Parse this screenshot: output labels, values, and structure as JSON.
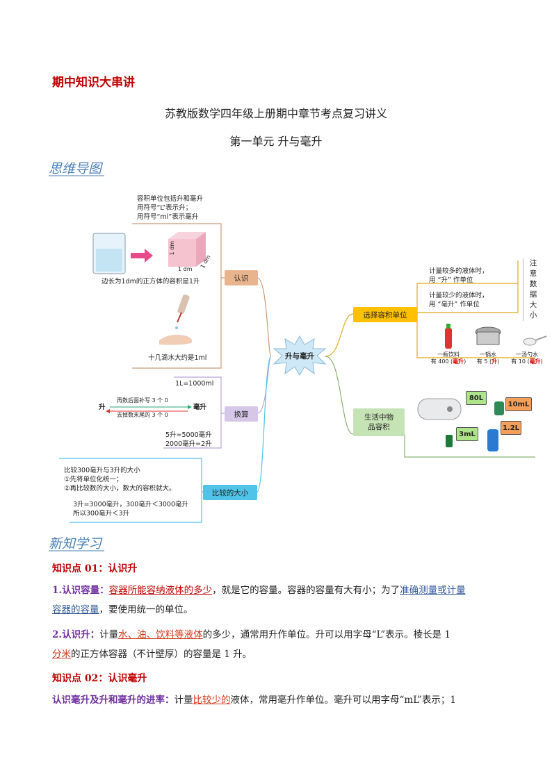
{
  "header": {
    "tag": "期中知识大串讲",
    "title": "苏教版数学四年级上册期中章节考点复习讲义",
    "unit": "第一单元  升与毫升"
  },
  "section1": "思维导图",
  "mindmap": {
    "center": "升与毫升",
    "rec": {
      "label": "认识",
      "note": [
        "容积单位包括升和毫升",
        "用符号“L”表示升；",
        "用符号“ml”表示毫升"
      ],
      "cube_dims": [
        "1 dm",
        "1 dm",
        "1 dm"
      ],
      "cube_caption": "边长为1dm的正方体的容积是1升",
      "drops_caption": "十几滴水大约是1ml"
    },
    "conv": {
      "label": "换算",
      "eq": "1L=1000ml",
      "left": "升",
      "right": "毫升",
      "top_arrow": "再数后面补写 3 个 0",
      "bottom_arrow": "去掉数末尾的 3 个 0",
      "examples": [
        "5升=5000毫升",
        "2000毫升=2升"
      ]
    },
    "cmp": {
      "label": "比较的大小",
      "lines": [
        "比较300毫升与3升的大小",
        "①先将单位化统一；",
        "②再比较数的大小，数大的容积就大。"
      ],
      "example": [
        "3升=3000毫升，300毫升＜3000毫升",
        "所以300毫升＜3升"
      ]
    },
    "choose": {
      "label": "选择容积单位",
      "line1": [
        "计量较多的液体时，",
        "用 “升” 作单位"
      ],
      "line2": [
        "计量较少的液体时，",
        "用 “毫升” 作单位"
      ],
      "note_chars": [
        "注",
        "意",
        "数",
        "据",
        "大",
        "小"
      ],
      "items": [
        {
          "name": "一瓶饮料",
          "pre": "有 400 (",
          "unit": "毫升",
          "post": ")"
        },
        {
          "name": "一锅水",
          "pre": "有 5 (",
          "unit": "升",
          "post": ")"
        },
        {
          "name": "一汤勺水",
          "pre": "有 10 (",
          "unit": "毫升",
          "post": ")"
        }
      ]
    },
    "life": {
      "label": [
        "生活中物",
        "品容积"
      ],
      "badges": [
        "80L",
        "10mL",
        "3mL",
        "1.2L"
      ]
    }
  },
  "section2": "新知学习",
  "kp1": {
    "title": "知识点 01：认识升",
    "p1": {
      "head": "1.认识容量：",
      "u1": "容器所能容纳液体的多少",
      "t1": "，就是它的容量。容器的容量有大有小；为了",
      "u2": "准确测量或计量",
      "u3": "容器的容量",
      "t2": "，要使用统一的单位。"
    },
    "p2": {
      "head": "2.认识升：",
      "t1": "计量",
      "u1": "水、油、饮料等液体",
      "t2": "的多少，通常用升作单位。升可以用字母“L”表示。棱长是 1",
      "u2": "分米",
      "t3": "的正方体容器（不计壁厚）的容量是 1 升。"
    }
  },
  "kp2": {
    "title": "知识点 02：认识毫升",
    "p1": {
      "head": "认识毫升及升和毫升的进率：",
      "t1": "计量",
      "u1": "比较少的",
      "t2": "液体，常用毫升作单位。毫升可以用字母“mL”表示；1"
    }
  },
  "colors": {
    "red": "#c00000",
    "rec": "#e8b48e",
    "conv": "#d6c7e8",
    "cmp": "#4fc3e8",
    "choose": "#ffc000",
    "life": "#c6e3b5"
  }
}
